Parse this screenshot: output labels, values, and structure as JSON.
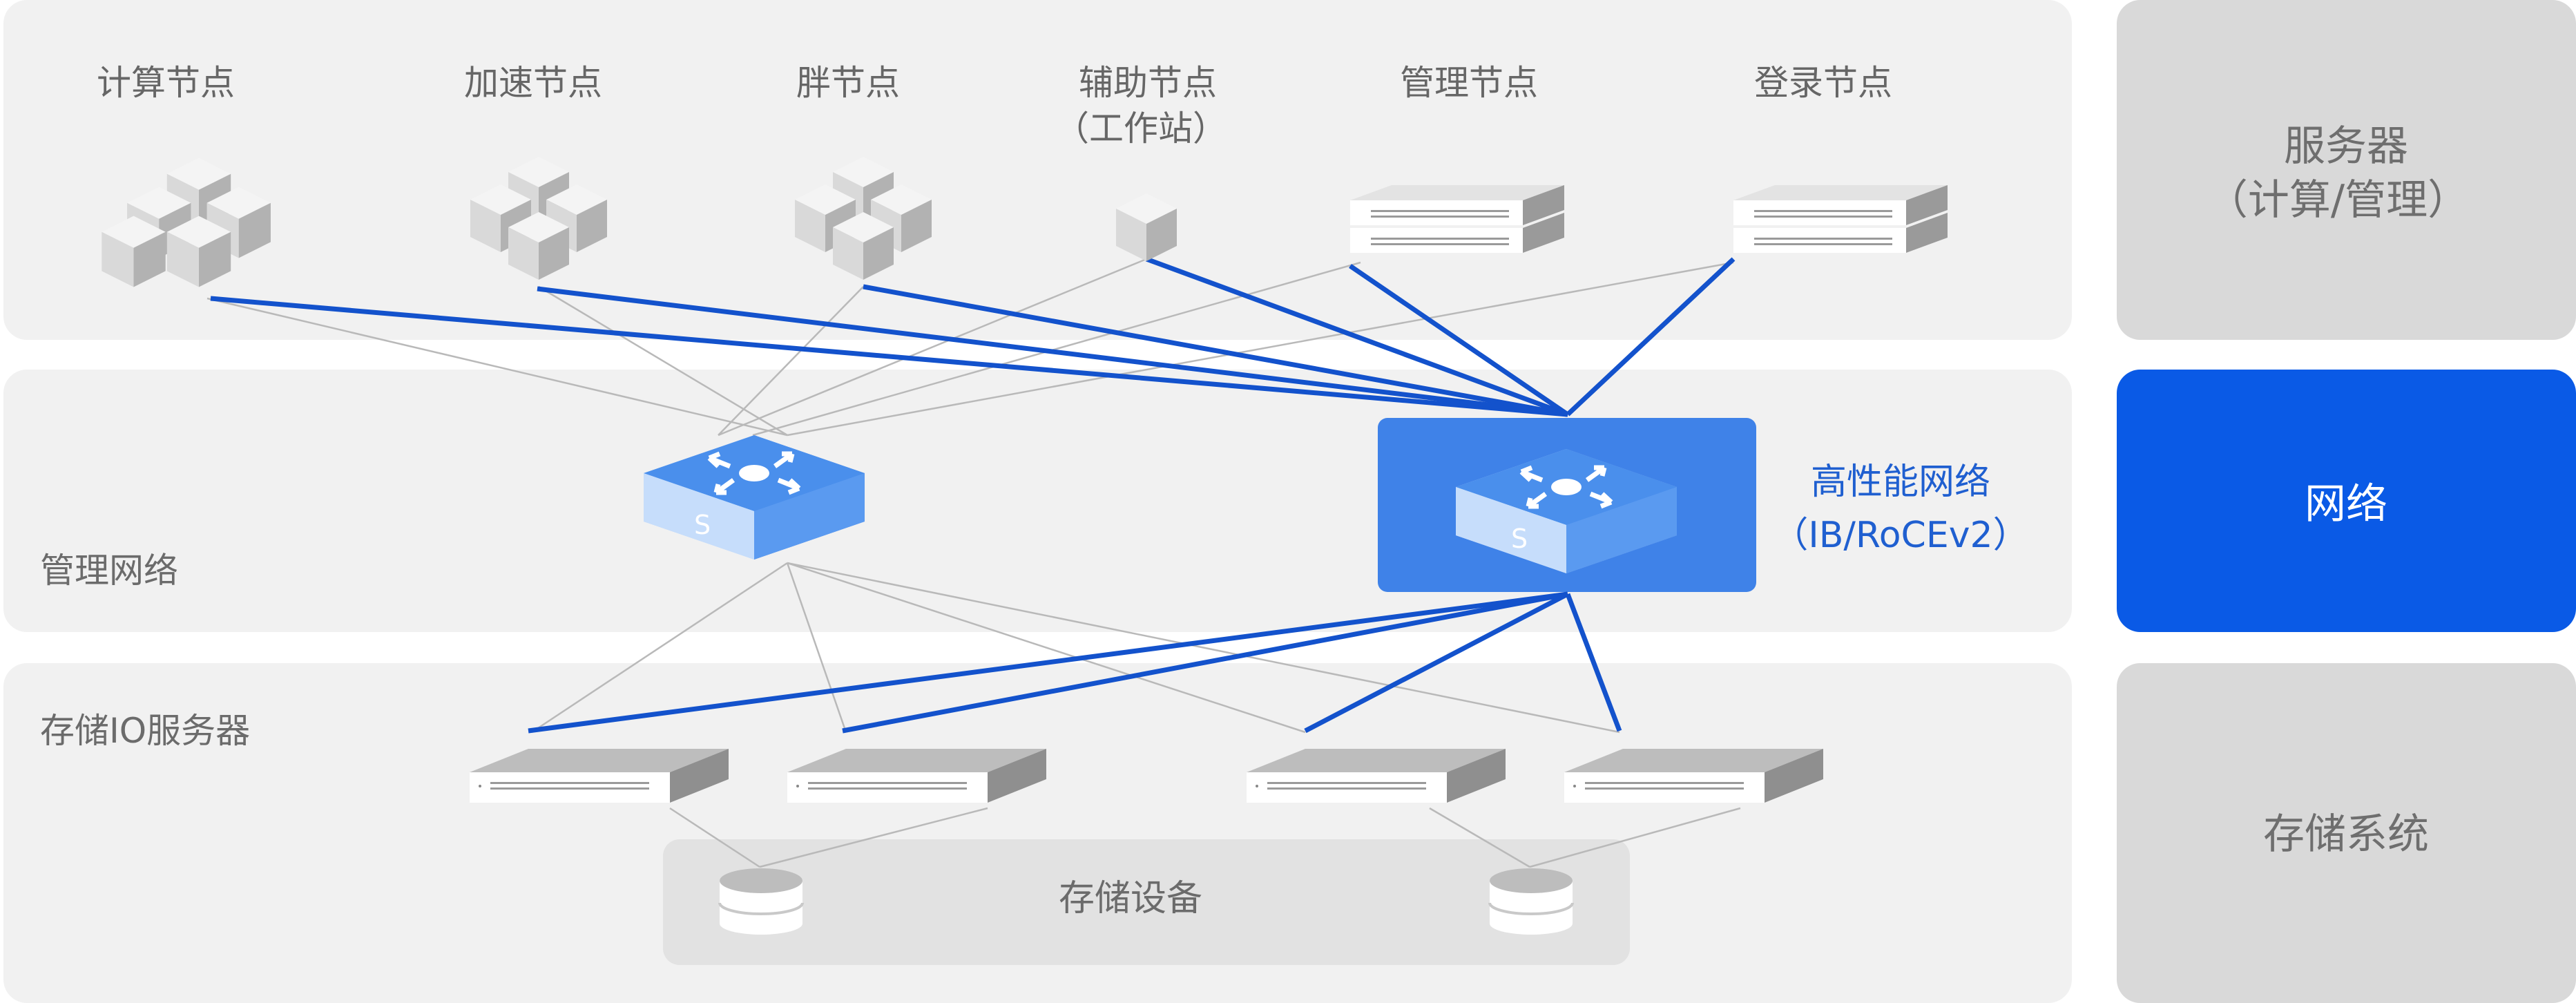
{
  "colors": {
    "panel": "#f1f1f1",
    "side_panel": "#d9d9d9",
    "accent": "#0a5ae6",
    "accent_panel": "#3f82e8",
    "link_main": "#1352cc",
    "link_mgmt": "#b9b9b9"
  },
  "nodes": {
    "compute": "计算节点",
    "accelerator": "加速节点",
    "fat": "胖节点",
    "auxiliary": "辅助节点",
    "auxiliary_sub": "（工作站）",
    "management": "管理节点",
    "login": "登录节点"
  },
  "bands": {
    "management_network": "管理网络",
    "storage_io": "存储IO服务器",
    "hpn_title": "高性能网络",
    "hpn_sub": "（IB/RoCEv2）",
    "storage_device": "存储设备"
  },
  "switch_glyph": "S",
  "sidebar": {
    "servers": "服务器",
    "servers_sub": "（计算/管理）",
    "network": "网络",
    "storage": "存储系统"
  }
}
